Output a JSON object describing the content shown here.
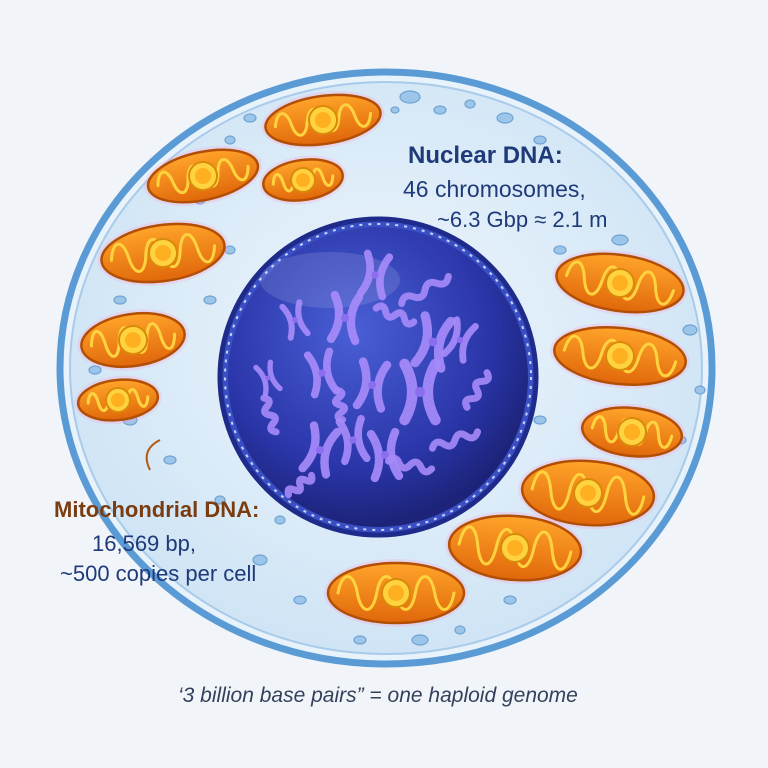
{
  "nuclear": {
    "title": "Nuclear DNA:",
    "line1": "46 chromosomes,",
    "line2": "~6.3 Gbp ≈ 2.1 m"
  },
  "mitochondrial": {
    "title": "Mitochondrial DNA:",
    "line1": "16,569 bp,",
    "line2": "~500 copies per cell"
  },
  "footnote": "‘3 billion base pairs” = one haploid genome",
  "colors": {
    "background": "#f1f5f9",
    "cytoplasm": "#d7eaf7",
    "membrane": "#5b9bd5",
    "nucleus": "#23309a",
    "chromosome": "#a78bfa",
    "mitochondrion": "#f08a0c",
    "mitochondrion_inner": "#ffd23f",
    "vesicle": "#9cc6e9"
  }
}
